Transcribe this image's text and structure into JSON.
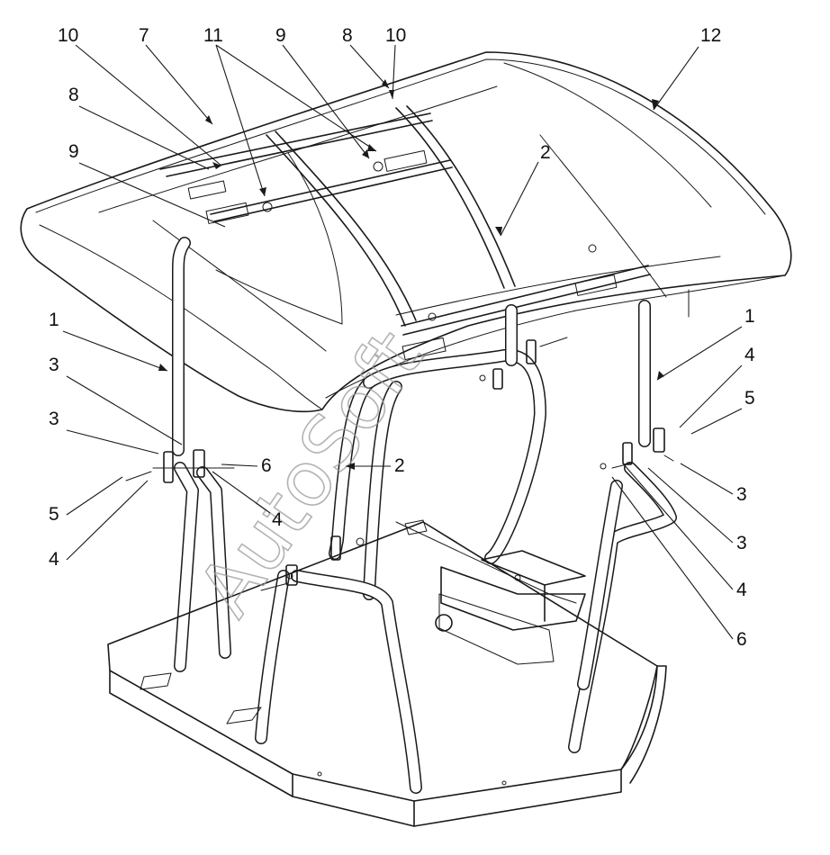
{
  "diagram": {
    "watermark": "AutoSoft",
    "callouts": [
      {
        "id": "c-10-left",
        "label": "10"
      },
      {
        "id": "c-7",
        "label": "7"
      },
      {
        "id": "c-11",
        "label": "11"
      },
      {
        "id": "c-9-top",
        "label": "9"
      },
      {
        "id": "c-8-top",
        "label": "8"
      },
      {
        "id": "c-10-right",
        "label": "10"
      },
      {
        "id": "c-12",
        "label": "12"
      },
      {
        "id": "c-8-left",
        "label": "8"
      },
      {
        "id": "c-9-left",
        "label": "9"
      },
      {
        "id": "c-2-upper",
        "label": "2"
      },
      {
        "id": "c-1-left",
        "label": "1"
      },
      {
        "id": "c-1-right",
        "label": "1"
      },
      {
        "id": "c-3-left-a",
        "label": "3"
      },
      {
        "id": "c-3-left-b",
        "label": "3"
      },
      {
        "id": "c-4-right-a",
        "label": "4"
      },
      {
        "id": "c-5-right",
        "label": "5"
      },
      {
        "id": "c-6-left",
        "label": "6"
      },
      {
        "id": "c-2-lower",
        "label": "2"
      },
      {
        "id": "c-5-left",
        "label": "5"
      },
      {
        "id": "c-4-left-a",
        "label": "4"
      },
      {
        "id": "c-4-left-b",
        "label": "4"
      },
      {
        "id": "c-3-right-a",
        "label": "3"
      },
      {
        "id": "c-3-right-b",
        "label": "3"
      },
      {
        "id": "c-4-right-b",
        "label": "4"
      },
      {
        "id": "c-6-right",
        "label": "6"
      }
    ]
  }
}
